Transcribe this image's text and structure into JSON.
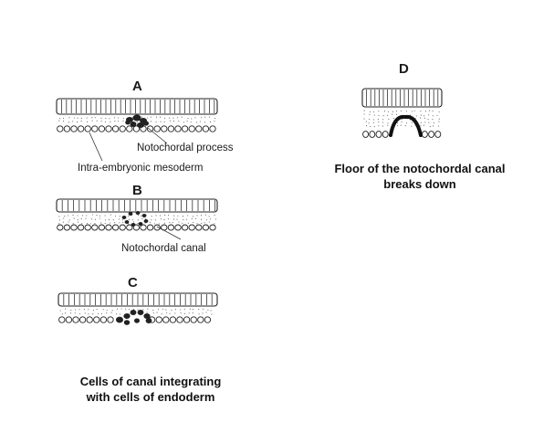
{
  "panels": {
    "a": {
      "letter": "A",
      "labels": {
        "process": "Notochordal process",
        "mesoderm": "Intra-embryonic mesoderm"
      }
    },
    "b": {
      "letter": "B",
      "labels": {
        "canal": "Notochordal canal"
      }
    },
    "c": {
      "letter": "C"
    },
    "d": {
      "letter": "D"
    }
  },
  "captions": {
    "d": {
      "line1": "Floor of the notochordal canal",
      "line2": "breaks down"
    },
    "c": {
      "line1": "Cells of canal integrating",
      "line2": "with cells of endoderm"
    }
  }
}
